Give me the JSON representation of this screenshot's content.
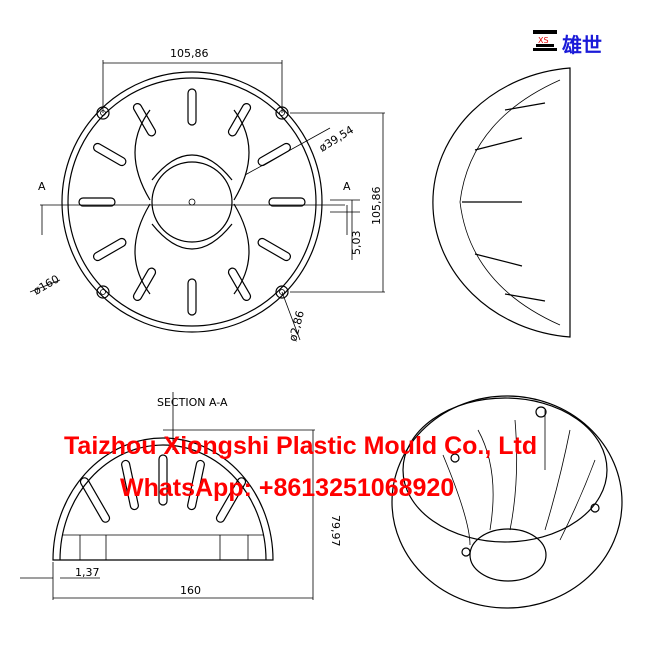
{
  "logo": {
    "text": "雄世",
    "mark_text": "XS",
    "color": "#1a1ad8"
  },
  "top_view": {
    "dim_width": "105,86",
    "dim_inner_diameter": "ø39,54",
    "section_mark_left": "A",
    "section_mark_right": "A",
    "dim_height": "105,86",
    "dim_offset": "5,03",
    "dim_outer_diameter": "ø160",
    "dim_hole_diameter": "ø2,86"
  },
  "section_view": {
    "title": "SECTION A-A",
    "dim_height": "79,97",
    "dim_wall": "1,37",
    "dim_width": "160"
  },
  "watermark": {
    "line1": "Taizhou Xiongshi Plastic Mould Co., Ltd",
    "line2": "WhatsApp: +8613251068920",
    "color": "#ff0000"
  }
}
